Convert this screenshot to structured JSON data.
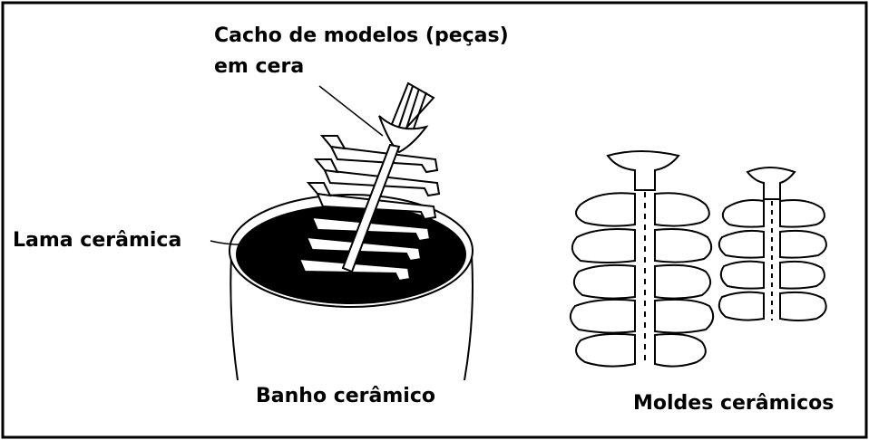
{
  "labels": {
    "wax_cluster_line1": "Cacho de modelos (peças)",
    "wax_cluster_line2": "em cera",
    "slurry": "Lama cerâmica",
    "bath": "Banho cerâmico",
    "molds": "Moldes cerâmicos"
  },
  "colors": {
    "ink": "#000000",
    "paper": "#ffffff"
  }
}
